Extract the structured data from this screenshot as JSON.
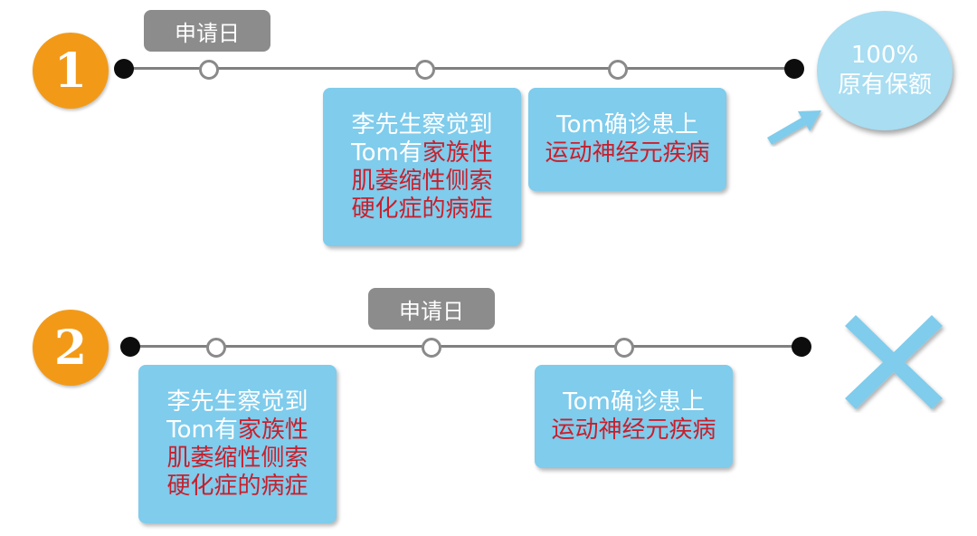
{
  "colors": {
    "accent_orange": "#F29A18",
    "box_blue": "#7FCCEC",
    "highlight_red": "#C81F2C",
    "tag_gray": "#8C8C8C",
    "circle_blue": "#A8DDF2",
    "cross_blue": "#7FCCEC"
  },
  "scenario1": {
    "number": "1",
    "tag": "申请日",
    "box_left": {
      "l1": "李先生察觉到",
      "l2a": "Tom有",
      "l2b": "家族性",
      "l3": "肌萎缩性侧索",
      "l4": "硬化症的病症"
    },
    "box_right": {
      "l1": "Tom确诊患上",
      "l2": "运动神经元疾病"
    },
    "result": {
      "l1": "100%",
      "l2": "原有保额"
    },
    "arrow_icon": "arrow-up-right-icon"
  },
  "scenario2": {
    "number": "2",
    "tag": "申请日",
    "box_left": {
      "l1": "李先生察觉到",
      "l2a": "Tom有",
      "l2b": "家族性",
      "l3": "肌萎缩性侧索",
      "l4": "硬化症的病症"
    },
    "box_right": {
      "l1": "Tom确诊患上",
      "l2": "运动神经元疾病"
    },
    "result_icon": "cross-icon"
  }
}
